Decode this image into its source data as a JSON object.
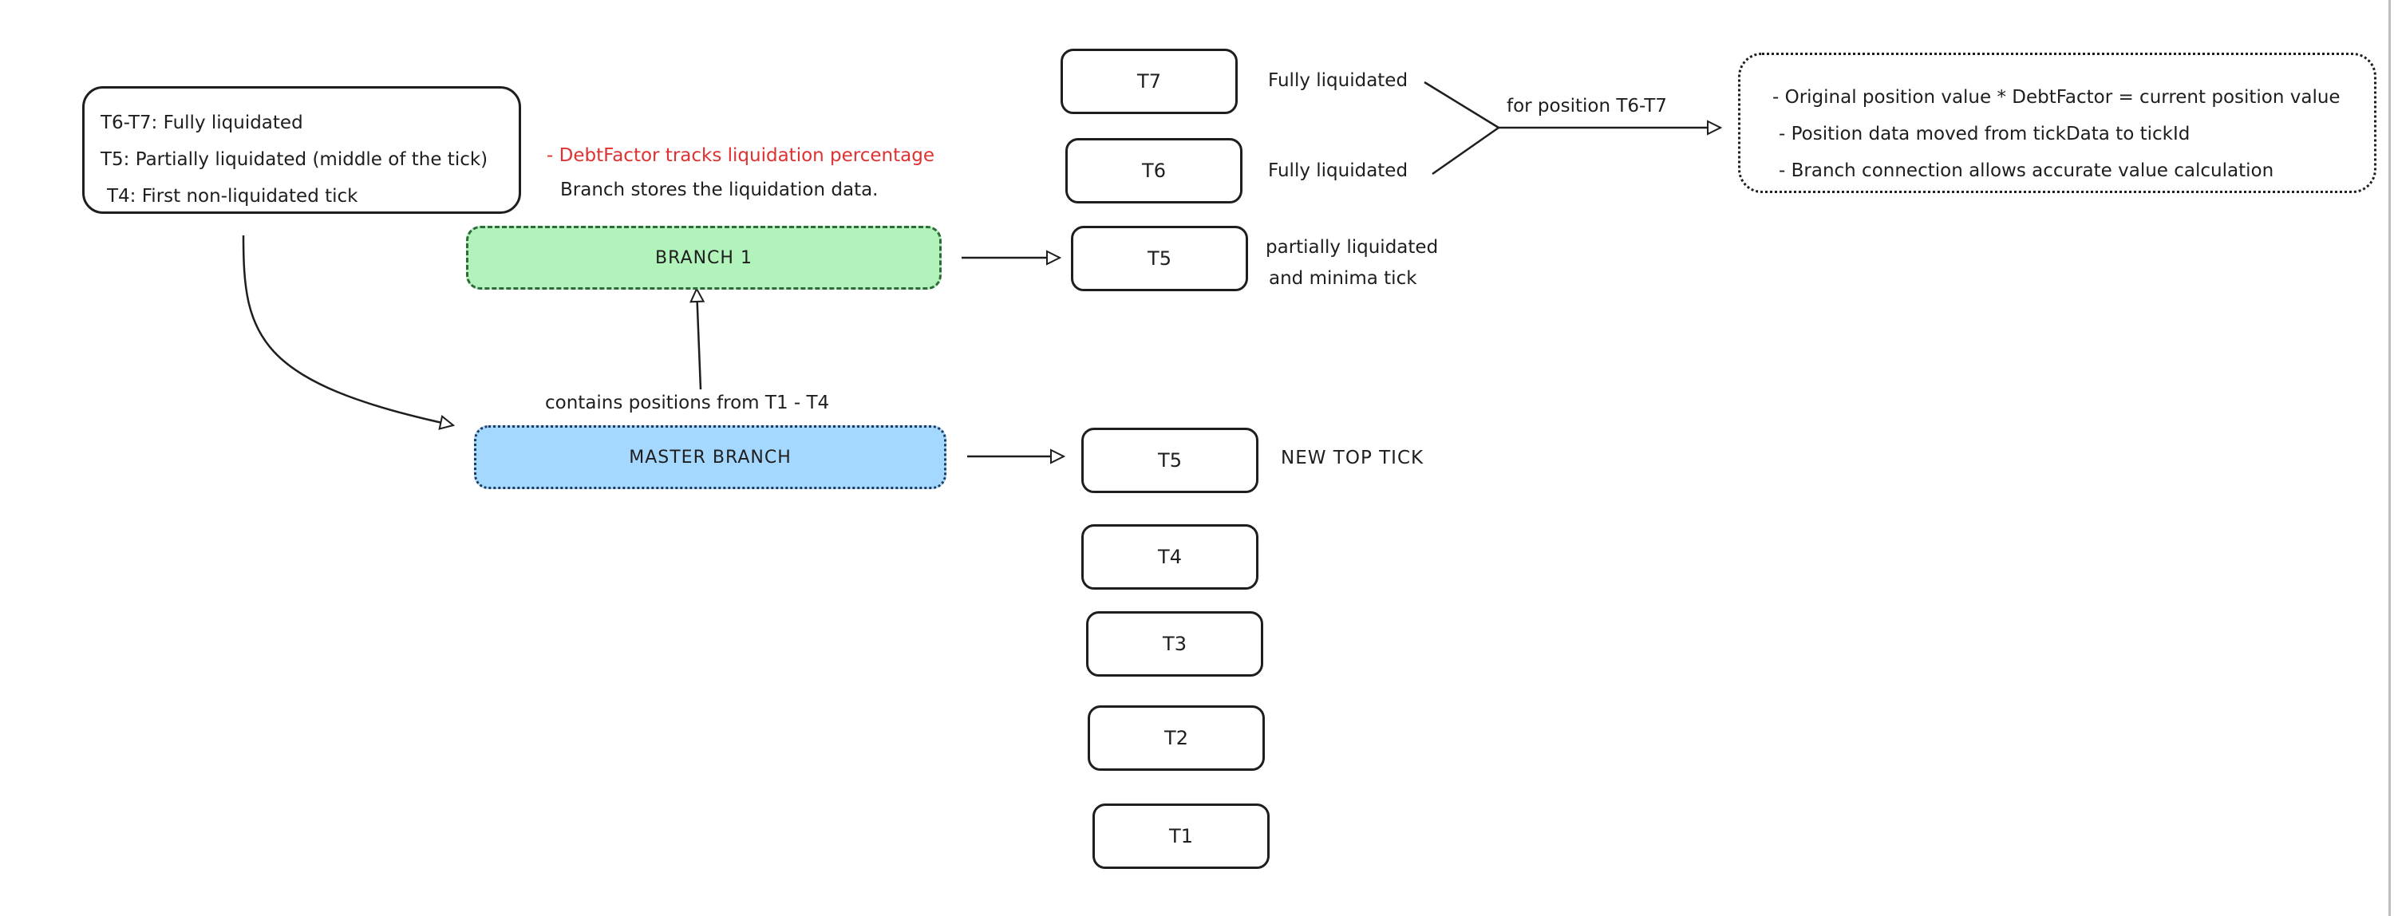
{
  "legend": {
    "lines": [
      "T6-T7: Fully liquidated",
      "T5: Partially liquidated (middle of the tick)",
      "T4: First non-liquidated tick"
    ]
  },
  "notes": {
    "debt_factor": "- DebtFactor tracks liquidation percentage",
    "branch_stores": "Branch stores the liquidation data."
  },
  "branches": {
    "branch1": "BRANCH 1",
    "master": "MASTER BRANCH",
    "contains_label": "contains positions from T1 - T4"
  },
  "ticks_top": [
    {
      "label": "T7",
      "note": "Fully liquidated"
    },
    {
      "label": "T6",
      "note": "Fully liquidated"
    },
    {
      "label": "T5",
      "note_line1": "partially liquidated",
      "note_line2": "and minima tick"
    }
  ],
  "ticks_master": [
    {
      "label": "T5",
      "note": "NEW TOP TICK"
    },
    {
      "label": "T4"
    },
    {
      "label": "T3"
    },
    {
      "label": "T2"
    },
    {
      "label": "T1"
    }
  ],
  "position_label": "for position T6-T7",
  "summary": {
    "lines": [
      "- Original position value * DebtFactor = current position value",
      "- Position data moved from tickData to tickId",
      "- Branch connection allows accurate value calculation"
    ]
  },
  "colors": {
    "branch_green": "#b2f2bb",
    "branch_blue": "#a5d8ff",
    "highlight_red": "#e03131",
    "stroke": "#1e1e1e"
  }
}
